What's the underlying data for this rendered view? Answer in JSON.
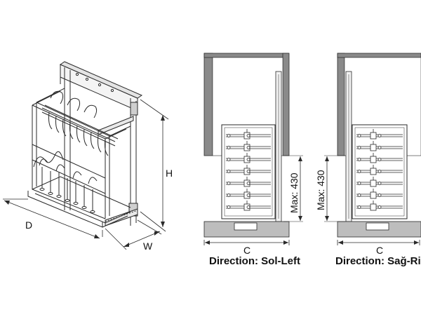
{
  "labels": {
    "height": "H",
    "depth": "D",
    "width": "W",
    "cabinet_width_left": "C",
    "cabinet_width_right": "C",
    "max_left": "Max: 430",
    "max_right": "Max: 430"
  },
  "captions": {
    "left": "Direction: Sol-Left",
    "right": "Direction: Sağ-Right"
  },
  "colors": {
    "line": "#2a2a2a",
    "cabinet_fill": "#8a8a8a",
    "cabinet_light": "#bdbdbd"
  }
}
